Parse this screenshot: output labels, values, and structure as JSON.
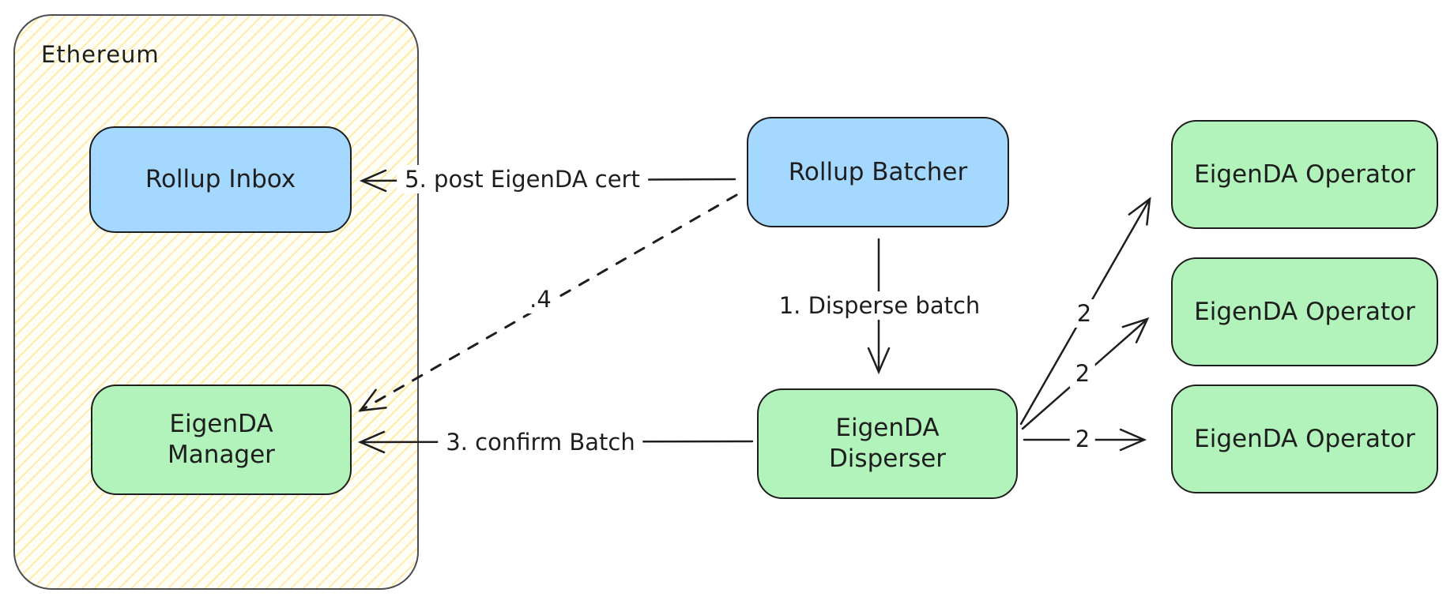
{
  "page": {
    "background": "#ffffff"
  },
  "colors": {
    "stroke": "#1e1e1e",
    "node_blue": "#a5d8ff",
    "node_green": "#b2f2bb",
    "group_border": "#4a4d52",
    "group_hatch": "#ffec99"
  },
  "group": {
    "label": "Ethereum"
  },
  "nodes": [
    {
      "id": "rollup-inbox",
      "label": "Rollup Inbox",
      "color": "#a5d8ff"
    },
    {
      "id": "rollup-batcher",
      "label": "Rollup Batcher",
      "color": "#a5d8ff"
    },
    {
      "id": "eigenda-manager",
      "label": "EigenDA\nManager",
      "color": "#b2f2bb"
    },
    {
      "id": "eigenda-disperser",
      "label": "EigenDA\nDisperser",
      "color": "#b2f2bb"
    },
    {
      "id": "eigenda-operator-1",
      "label": "EigenDA Operator",
      "color": "#b2f2bb"
    },
    {
      "id": "eigenda-operator-2",
      "label": "EigenDA Operator",
      "color": "#b2f2bb"
    },
    {
      "id": "eigenda-operator-3",
      "label": "EigenDA Operator",
      "color": "#b2f2bb"
    }
  ],
  "edges": [
    {
      "id": "disperse-batch",
      "label": "1. Disperse batch",
      "style": "solid",
      "from": "rollup-batcher",
      "to": "eigenda-disperser"
    },
    {
      "id": "chunks-to-operator-1",
      "label": "2",
      "style": "solid",
      "from": "eigenda-disperser",
      "to": "eigenda-operator-1"
    },
    {
      "id": "chunks-to-operator-2",
      "label": "2",
      "style": "solid",
      "from": "eigenda-disperser",
      "to": "eigenda-operator-2"
    },
    {
      "id": "chunks-to-operator-3",
      "label": "2",
      "style": "solid",
      "from": "eigenda-disperser",
      "to": "eigenda-operator-3"
    },
    {
      "id": "confirm-batch",
      "label": "3. confirm Batch",
      "style": "solid",
      "from": "eigenda-disperser",
      "to": "eigenda-manager"
    },
    {
      "id": "cert-to-manager",
      "label": ".4",
      "style": "dashed",
      "from": "rollup-batcher",
      "to": "eigenda-manager"
    },
    {
      "id": "post-cert",
      "label": "5. post EigenDA cert",
      "style": "solid",
      "from": "rollup-batcher",
      "to": "rollup-inbox"
    }
  ]
}
